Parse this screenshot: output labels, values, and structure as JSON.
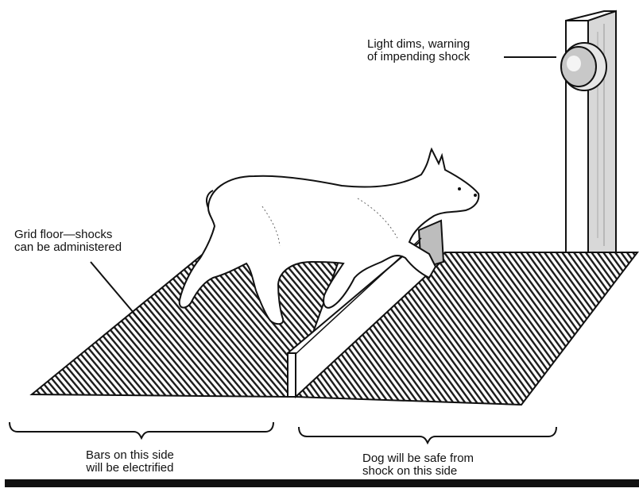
{
  "labels": {
    "light": {
      "line1": "Light dims, warning",
      "line2": "of impending shock"
    },
    "grid": {
      "line1": "Grid floor—shocks",
      "line2": "can be administered"
    },
    "left_side": {
      "line1": "Bars on this side",
      "line2": "will be electrified"
    },
    "right_side": {
      "line1": "Dog will be safe from",
      "line2": "shock on this side"
    }
  },
  "colors": {
    "ink": "#111111",
    "paper": "#ffffff",
    "shade": "#c9c9c9"
  }
}
